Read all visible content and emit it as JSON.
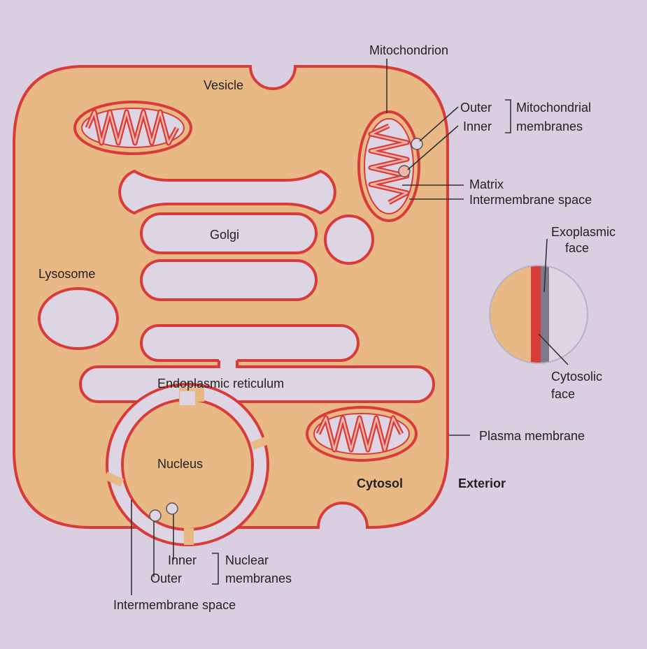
{
  "labels": {
    "mitochondrion": "Mitochondrion",
    "vesicle": "Vesicle",
    "outer": "Outer",
    "inner": "Inner",
    "mito_membranes_1": "Mitochondrial",
    "mito_membranes_2": "membranes",
    "matrix": "Matrix",
    "intermembrane_space": "Intermembrane space",
    "golgi": "Golgi",
    "lysosome": "Lysosome",
    "exoplasmic_1": "Exoplasmic",
    "exoplasmic_2": "face",
    "cytosolic_1": "Cytosolic",
    "cytosolic_2": "face",
    "er": "Endoplasmic reticulum",
    "plasma_membrane": "Plasma membrane",
    "nucleus": "Nucleus",
    "cytosol": "Cytosol",
    "exterior": "Exterior",
    "nuc_inner": "Inner",
    "nuc_outer": "Outer",
    "nuclear_1": "Nuclear",
    "nuclear_2": "membranes",
    "nuc_intermembrane_space": "Intermembrane space"
  },
  "colors": {
    "background": "#d9cfe0",
    "cytosol": "#e8b985",
    "membrane": "#d93a3a",
    "lumen": "#ddd5e3",
    "bilayer_grey": "#7f7a8a"
  }
}
